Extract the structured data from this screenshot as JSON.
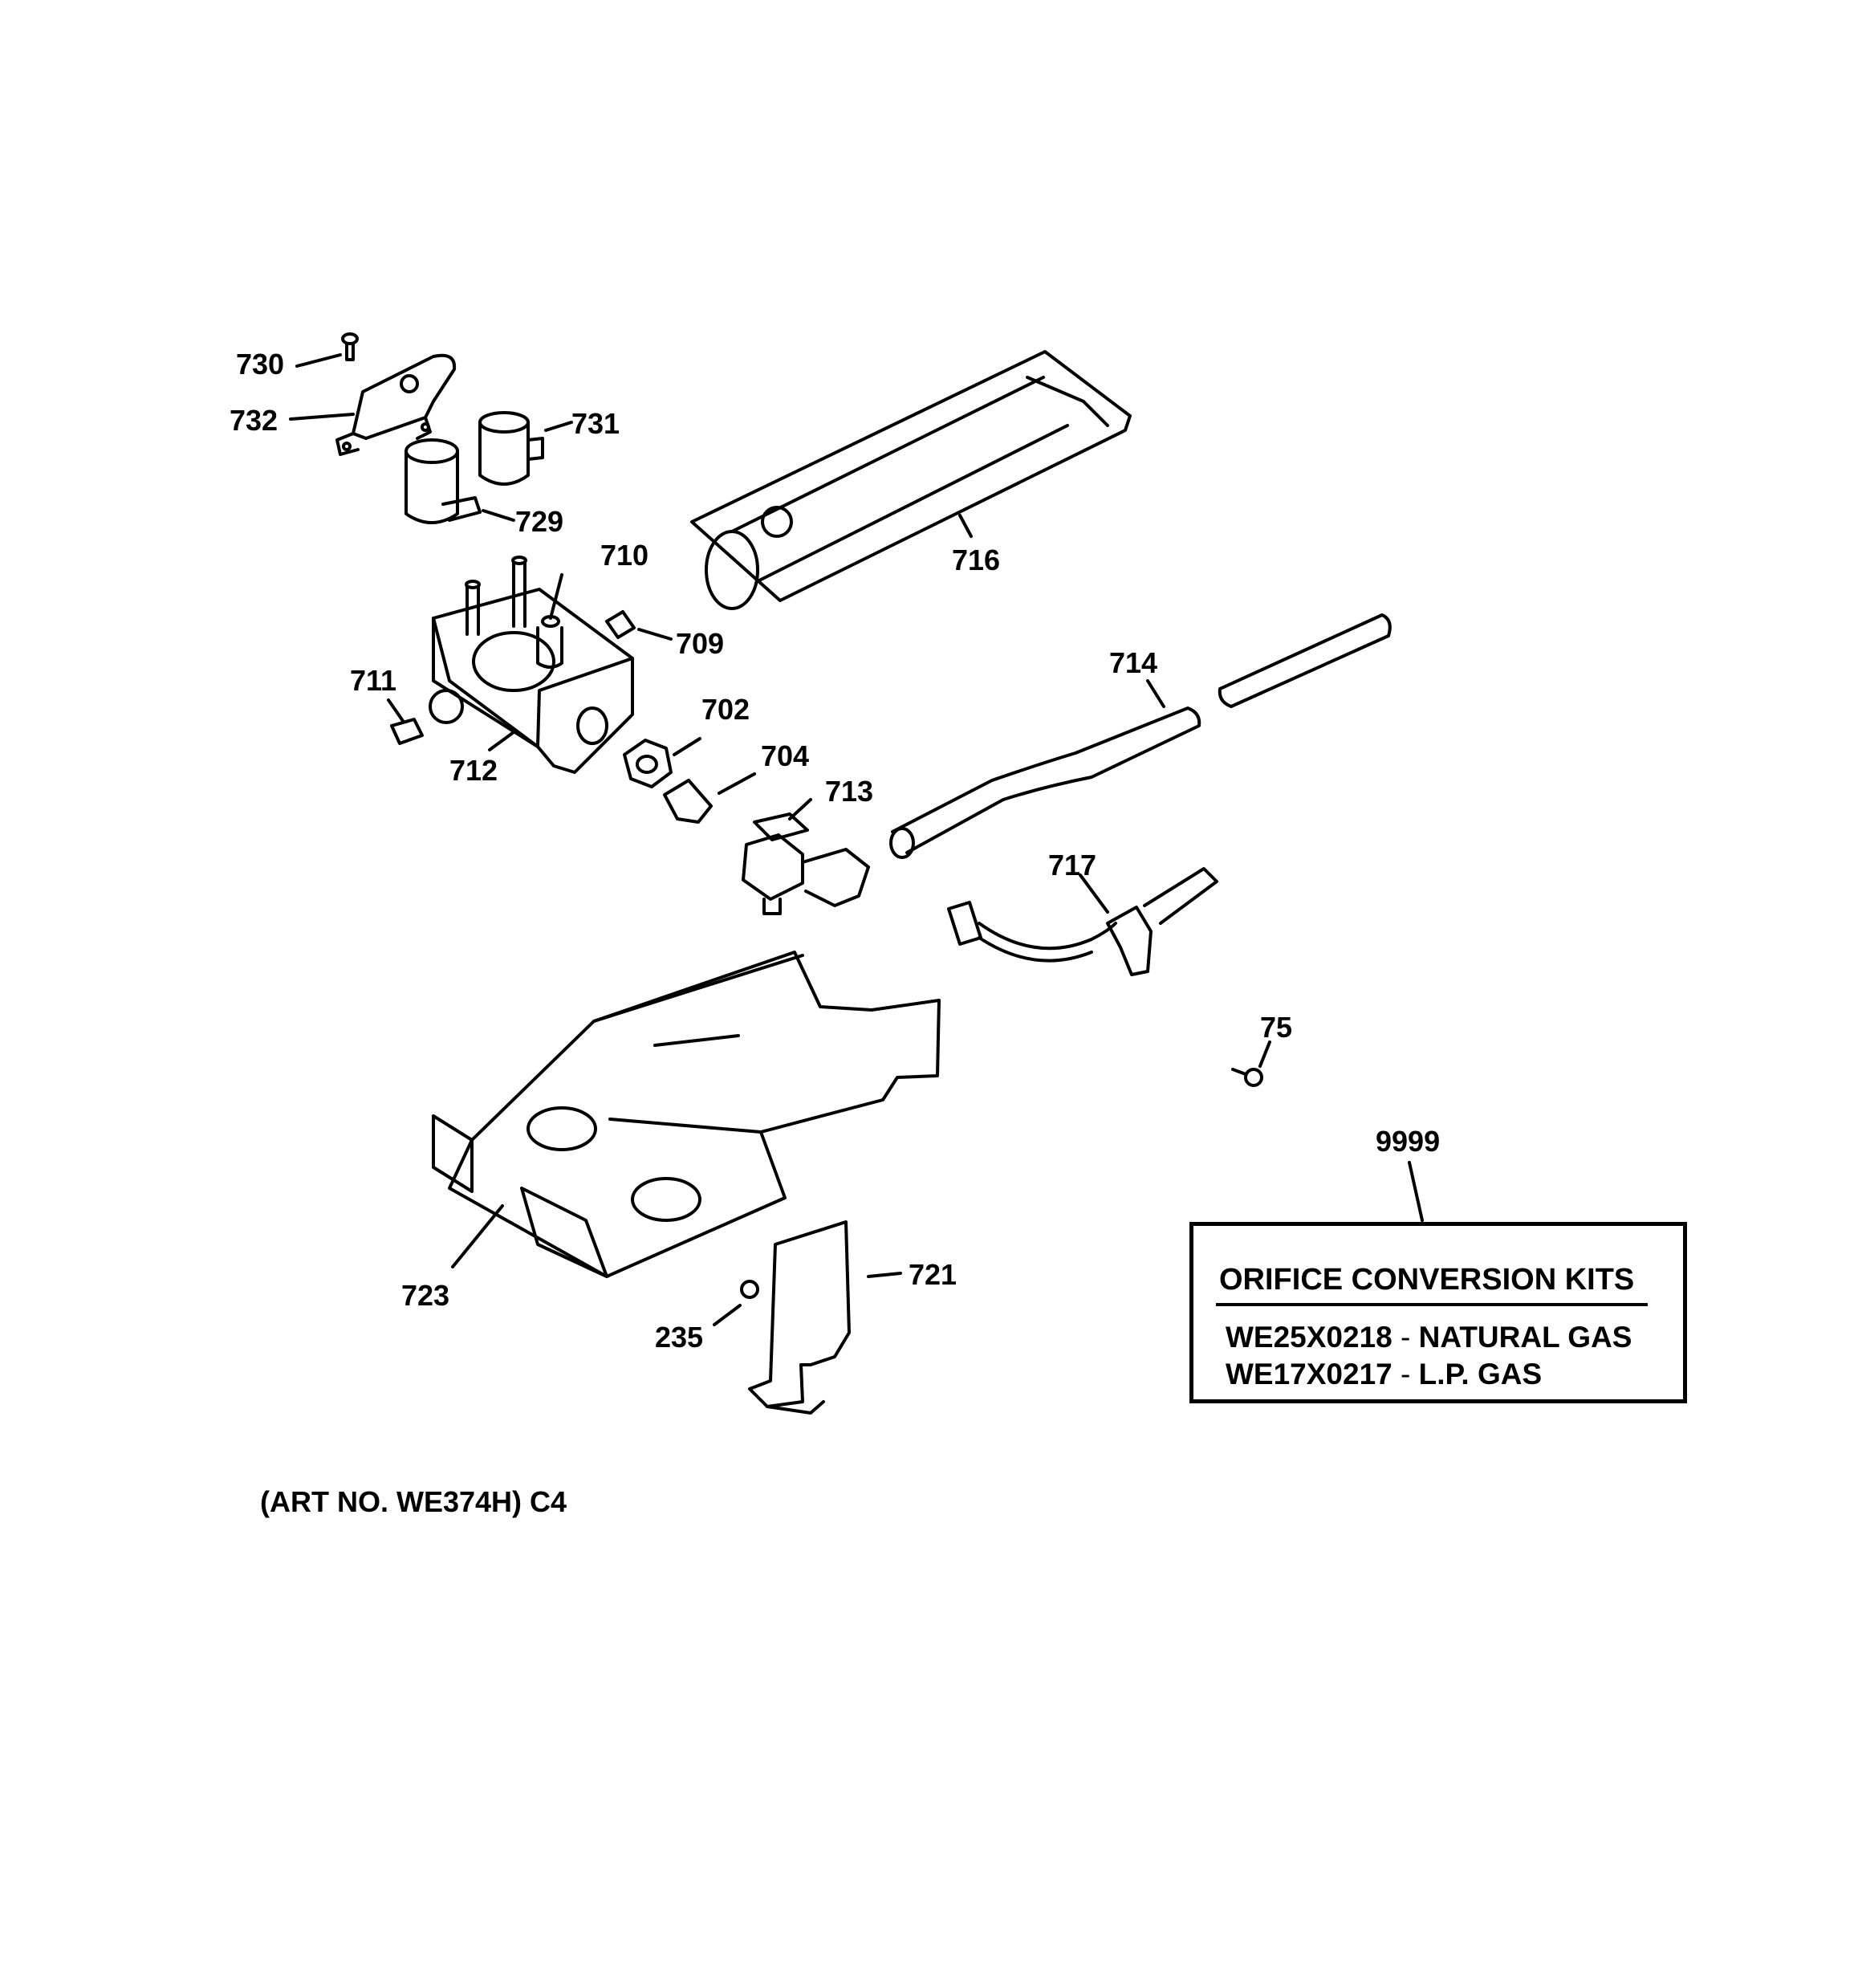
{
  "labels": {
    "p730": "730",
    "p732": "732",
    "p731": "731",
    "p729": "729",
    "p710": "710",
    "p709": "709",
    "p716": "716",
    "p711": "711",
    "p712": "712",
    "p702": "702",
    "p704": "704",
    "p713": "713",
    "p714": "714",
    "p717": "717",
    "p75": "75",
    "p9999": "9999",
    "p723": "723",
    "p721": "721",
    "p235": "235"
  },
  "kit": {
    "title": "ORIFICE CONVERSION KITS",
    "rows": [
      {
        "part": "WE25X0218",
        "sep": "-",
        "desc": "NATURAL GAS"
      },
      {
        "part": "WE17X0217",
        "sep": "-",
        "desc": "L.P. GAS"
      }
    ]
  },
  "art_no": "(ART NO. WE374H) C4"
}
